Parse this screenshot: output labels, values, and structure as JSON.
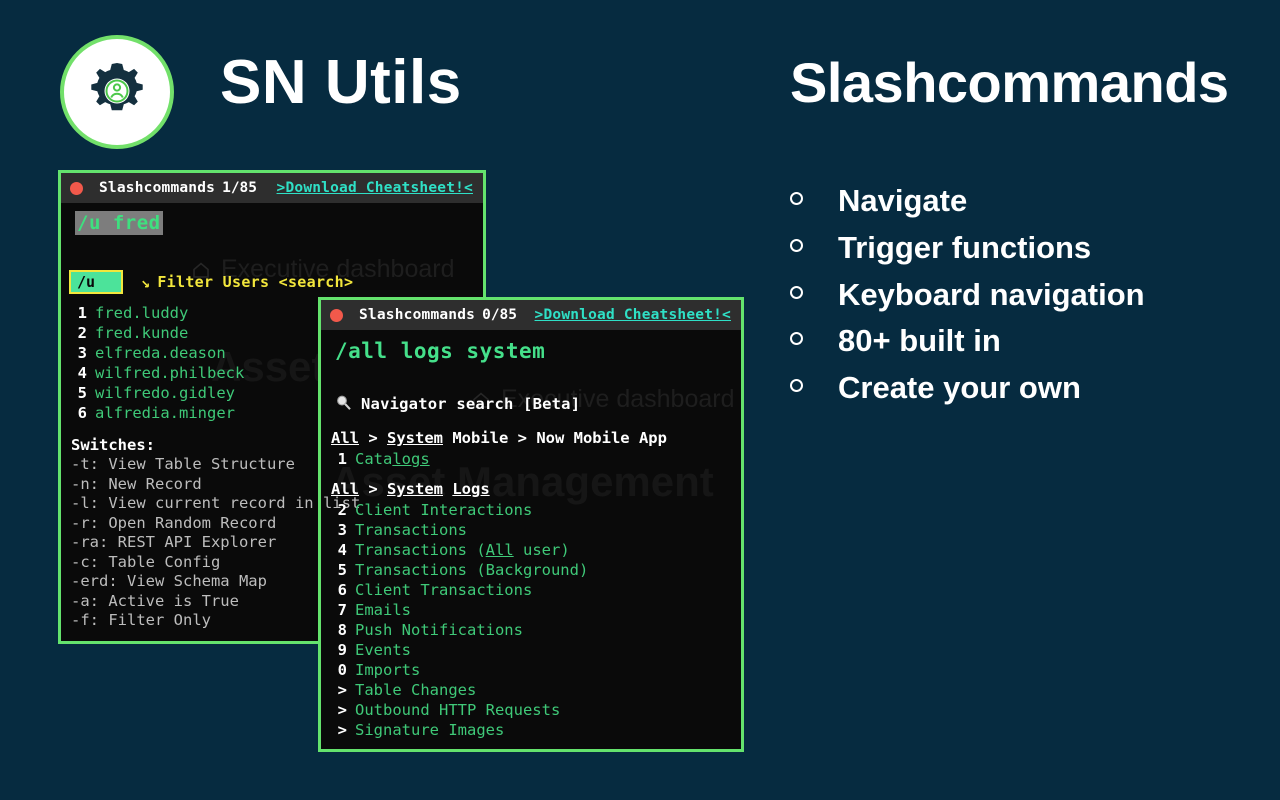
{
  "slide": {
    "app_title": "SN Utils",
    "section_title": "Slashcommands",
    "logo_icon": "gear-user-icon",
    "background_color": "#062b40",
    "accent_green": "#64e36d",
    "link_teal": "#2fe0c6"
  },
  "bullets": [
    {
      "marker": "circle-outline",
      "label": "Navigate"
    },
    {
      "marker": "circle-outline",
      "label": "Trigger functions"
    },
    {
      "marker": "circle-outline",
      "label": "Keyboard navigation"
    },
    {
      "marker": "circle-outline",
      "label": "80+ built in"
    },
    {
      "marker": "circle-outline",
      "label": "Create your own"
    }
  ],
  "window1": {
    "close_icon": "close-dot-icon",
    "title": "Slashcommands",
    "count": "1/85",
    "cheatsheet_link": ">Download Cheatsheet!<",
    "command": {
      "prefix": "/u",
      "argument": "fred",
      "full": "/u fred"
    },
    "ghost_text": "Executive dashboard",
    "ghost_big": "Asset Man",
    "filter": {
      "chip": "/u",
      "arrow_icon": "enter-arrow-icon",
      "label": "Filter Users <search>"
    },
    "results": [
      {
        "index": "1",
        "label": "fred.luddy"
      },
      {
        "index": "2",
        "label": "fred.kunde"
      },
      {
        "index": "3",
        "label": "elfreda.deason"
      },
      {
        "index": "4",
        "label": "wilfred.philbeck"
      },
      {
        "index": "5",
        "label": "wilfredo.gidley"
      },
      {
        "index": "6",
        "label": "alfredia.minger"
      }
    ],
    "switches_heading": "Switches:",
    "switches": [
      "-t: View Table Structure",
      "-n: New Record",
      "-l: View current record in list",
      "-r: Open Random Record",
      "-ra: REST API Explorer",
      "-c: Table Config",
      "-erd: View Schema Map",
      "-a: Active is True",
      "-f: Filter Only"
    ]
  },
  "window2": {
    "close_icon": "close-dot-icon",
    "title": "Slashcommands",
    "count": "0/85",
    "cheatsheet_link": ">Download Cheatsheet!<",
    "command": "/all logs system",
    "ghost_text": "Executive dashboard",
    "ghost_big": "Asset Management",
    "navigator": {
      "search_icon": "magnifier-icon",
      "label": "Navigator search [Beta]"
    },
    "groups": [
      {
        "breadcrumb": [
          {
            "text": "All",
            "underline": true
          },
          {
            "text": " > ",
            "underline": false
          },
          {
            "text": "System",
            "underline": true
          },
          {
            "text": " Mobile > Now Mobile App",
            "underline": false
          }
        ],
        "items": [
          {
            "index": "1",
            "parts": [
              {
                "text": "Cata",
                "underline": false
              },
              {
                "text": "logs",
                "underline": true
              }
            ]
          }
        ]
      },
      {
        "breadcrumb": [
          {
            "text": "All",
            "underline": true
          },
          {
            "text": " > ",
            "underline": false
          },
          {
            "text": "System",
            "underline": true
          },
          {
            "text": " ",
            "underline": false
          },
          {
            "text": "Logs",
            "underline": true
          }
        ],
        "items": [
          {
            "index": "2",
            "parts": [
              {
                "text": "Client Interactions",
                "underline": false
              }
            ]
          },
          {
            "index": "3",
            "parts": [
              {
                "text": "Transactions",
                "underline": false
              }
            ]
          },
          {
            "index": "4",
            "parts": [
              {
                "text": "Transactions (",
                "underline": false
              },
              {
                "text": "All",
                "underline": true
              },
              {
                "text": " user)",
                "underline": false
              }
            ]
          },
          {
            "index": "5",
            "parts": [
              {
                "text": "Transactions (Background)",
                "underline": false
              }
            ]
          },
          {
            "index": "6",
            "parts": [
              {
                "text": "Client Transactions",
                "underline": false
              }
            ]
          },
          {
            "index": "7",
            "parts": [
              {
                "text": "Emails",
                "underline": false
              }
            ]
          },
          {
            "index": "8",
            "parts": [
              {
                "text": "Push Notifications",
                "underline": false
              }
            ]
          },
          {
            "index": "9",
            "parts": [
              {
                "text": "Events",
                "underline": false
              }
            ]
          },
          {
            "index": "0",
            "parts": [
              {
                "text": "Imports",
                "underline": false
              }
            ]
          },
          {
            "index": ">",
            "parts": [
              {
                "text": "Table Changes",
                "underline": false
              }
            ]
          },
          {
            "index": ">",
            "parts": [
              {
                "text": "Outbound HTTP Requests",
                "underline": false
              }
            ]
          },
          {
            "index": ">",
            "parts": [
              {
                "text": "Signature Images",
                "underline": false
              }
            ]
          }
        ]
      }
    ]
  }
}
